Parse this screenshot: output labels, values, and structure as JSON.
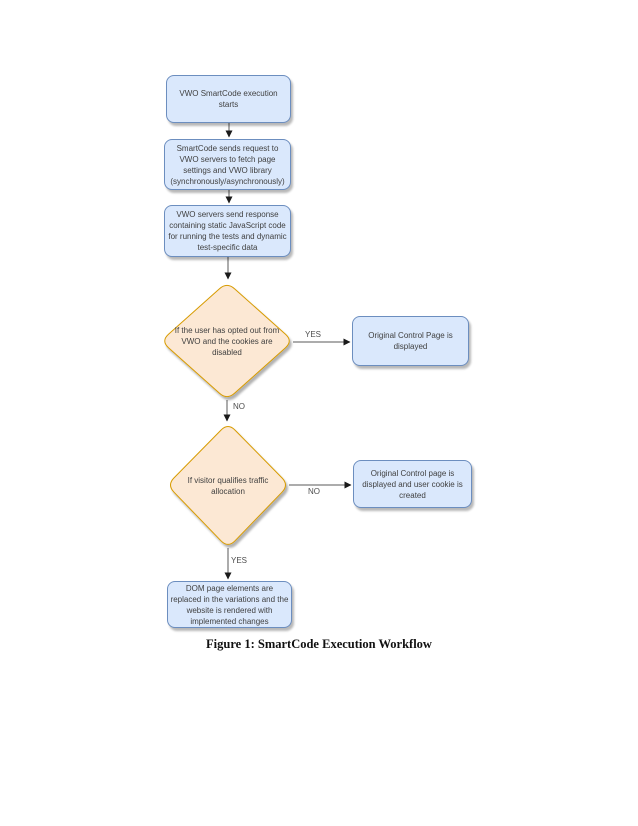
{
  "figure": {
    "caption": "Figure 1: SmartCode Execution Workflow"
  },
  "flowchart": {
    "nodes": {
      "start": {
        "label": "VWO SmartCode execution\nstarts"
      },
      "request": {
        "label": "SmartCode sends request to\nVWO servers to fetch page\nsettings and VWO library\n(synchronously/asynchronously)"
      },
      "response": {
        "label": "VWO servers send response\ncontaining static JavaScript code\nfor running the tests and dynamic\ntest-specific data"
      },
      "decision_optout": {
        "label": "If the user has opted out from\nVWO and the cookies are\ndisabled"
      },
      "control_page": {
        "label": "Original Control Page is\ndisplayed"
      },
      "decision_traffic": {
        "label": "If visitor qualifies traffic\nallocation"
      },
      "control_page_cookie": {
        "label": "Original Control page is\ndisplayed and user cookie is\ncreated"
      },
      "dom_replaced": {
        "label": "DOM page elements are\nreplaced in the variations and the\nwebsite is rendered with\nimplemented changes"
      }
    },
    "edge_labels": {
      "optout_yes": "YES",
      "optout_no": "NO",
      "traffic_no": "NO",
      "traffic_yes": "YES"
    },
    "colors": {
      "process_fill": "#dae8fc",
      "process_border": "#6c8ebf",
      "decision_fill": "#fce8d4",
      "decision_border": "#d79b00",
      "node_text": "#404040",
      "edge_label_text": "#4d4d4d",
      "arrow_line": "#595959",
      "arrow_head": "#1a1a1a"
    }
  }
}
